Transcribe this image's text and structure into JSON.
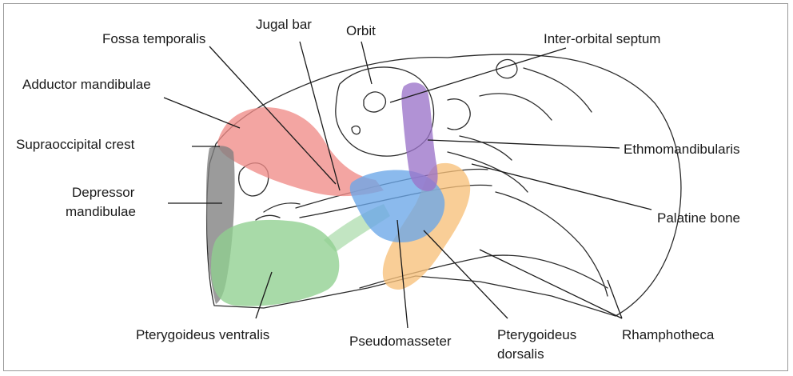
{
  "labels": {
    "fossa_temporalis": "Fossa temporalis",
    "jugal_bar": "Jugal bar",
    "orbit": "Orbit",
    "inter_orbital_septum": "Inter-orbital septum",
    "adductor_mandibulae": "Adductor mandibulae",
    "supraoccipital_crest": "Supraoccipital crest",
    "ethmomandibularis": "Ethmomandibularis",
    "depressor_mandibulae_1": "Depressor",
    "depressor_mandibulae_2": "mandibulae",
    "palatine_bone": "Palatine bone",
    "pterygoideus_ventralis": "Pterygoideus ventralis",
    "pseudomasseter": "Pseudomasseter",
    "pterygoideus_dorsalis_1": "Pterygoideus",
    "pterygoideus_dorsalis_2": "dorsalis",
    "rhamphotheca": "Rhamphotheca"
  },
  "colors": {
    "adductor_mandibulae": "#f08c88",
    "depressor_mandibulae": "#7f7f7f",
    "pterygoideus_ventralis": "#8fd08f",
    "pseudomasseter": "#6aa6e8",
    "pterygoideus_dorsalis": "#f7c07a",
    "ethmomandibularis": "#9b73c9",
    "outline": "#2b2b2b"
  }
}
